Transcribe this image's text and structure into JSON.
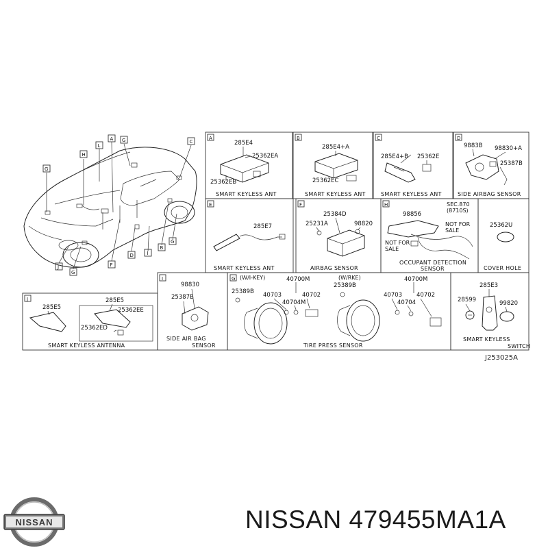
{
  "car_callouts": [
    "H",
    "L",
    "A",
    "G",
    "C",
    "G",
    "J",
    "G",
    "F",
    "D",
    "I",
    "B",
    "G"
  ],
  "panels": [
    {
      "id": "A",
      "caption": "SMART KEYLESS ANT",
      "parts": [
        "285E4",
        "25362EA",
        "25362EB"
      ]
    },
    {
      "id": "B",
      "caption": "SMART KEYLESS ANT",
      "parts": [
        "285E4+A",
        "25362EC"
      ]
    },
    {
      "id": "C",
      "caption": "SMART KEYLESS ANT",
      "parts": [
        "285E4+B",
        "25362E"
      ]
    },
    {
      "id": "D",
      "caption": "SIDE AIRBAG SENSOR",
      "parts": [
        "9883B",
        "98830+A",
        "25387B"
      ]
    },
    {
      "id": "E",
      "caption": "SMART KEYLESS ANT",
      "parts": [
        "285E7"
      ]
    },
    {
      "id": "F",
      "caption": "AIRBAG SENSOR",
      "parts": [
        "25384D",
        "25231A",
        "98820"
      ]
    },
    {
      "id": "H",
      "caption_line1": "OCCUPANT DETECTION",
      "caption_line2": "SENSOR",
      "parts": [
        "98856"
      ],
      "sec_line1": "SEC.870",
      "sec_line2": "(8710S)",
      "note1_line1": "NOT FOR",
      "note1_line2": "SALE",
      "note2_line1": "NOT FOR",
      "note2_line2": "SALE"
    },
    {
      "id": "",
      "caption": "COVER HOLE",
      "parts": [
        "25362U"
      ]
    },
    {
      "id": "J",
      "caption": "SMART KEYLESS ANTENNA",
      "parts": [
        "285E5",
        "285E5",
        "25362EE",
        "25362ED"
      ]
    },
    {
      "id": "I",
      "caption_line1": "SIDE AIR BAG",
      "caption_line2": "SENSOR",
      "parts": [
        "98830",
        "25387B"
      ]
    },
    {
      "id": "G",
      "caption": "TIRE PRESS SENSOR",
      "variant_left": "(W/I-KEY)",
      "variant_right": "(W/RKE)",
      "parts": [
        "40700M",
        "25389B",
        "40703",
        "40702",
        "40704M",
        "40700M",
        "25389B",
        "40703",
        "40702",
        "40704"
      ]
    },
    {
      "id": "",
      "caption_line1": "SMART KEYLESS",
      "caption_line2": "SWITCH",
      "parts": [
        "285E3",
        "28599",
        "99820"
      ]
    }
  ],
  "diagram_ref": "J253025A",
  "footer": {
    "title": "NISSAN 479455MA1A",
    "logo_text": "NISSAN"
  }
}
